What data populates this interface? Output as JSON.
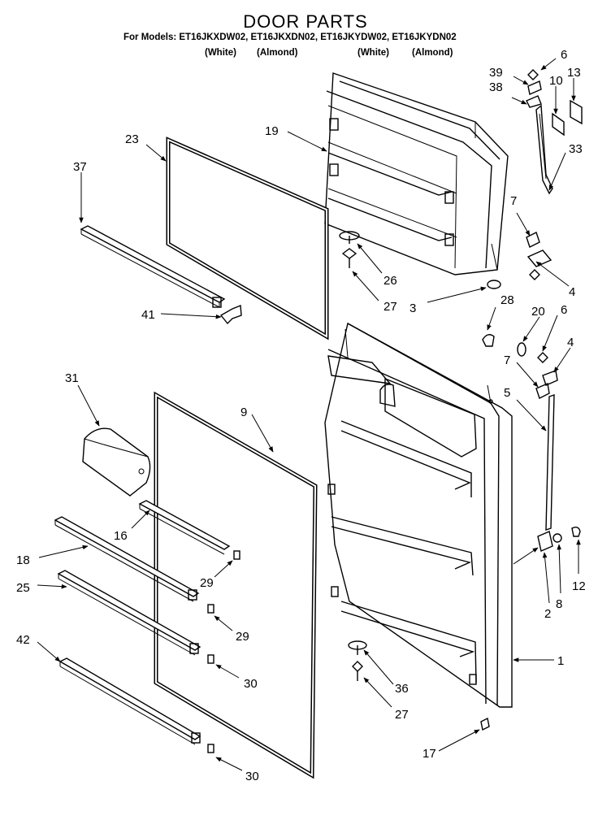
{
  "header": {
    "title": "DOOR PARTS",
    "models_line": "For Models: ET16JKXDW02, ET16JKXDN02, ET16JKYDW02, ET16JKYDN02",
    "colors": [
      "(White)",
      "(Almond)",
      "(White)",
      "(Almond)"
    ]
  },
  "callouts": [
    "6",
    "39",
    "10",
    "13",
    "38",
    "19",
    "33",
    "23",
    "37",
    "7",
    "26",
    "4",
    "27",
    "3",
    "28",
    "6",
    "41",
    "20",
    "4",
    "31",
    "7",
    "5",
    "9",
    "16",
    "18",
    "29",
    "2",
    "8",
    "12",
    "25",
    "29",
    "42",
    "1",
    "30",
    "36",
    "27",
    "17",
    "30"
  ],
  "colors": {
    "ink": "#000000",
    "paper": "#ffffff"
  }
}
